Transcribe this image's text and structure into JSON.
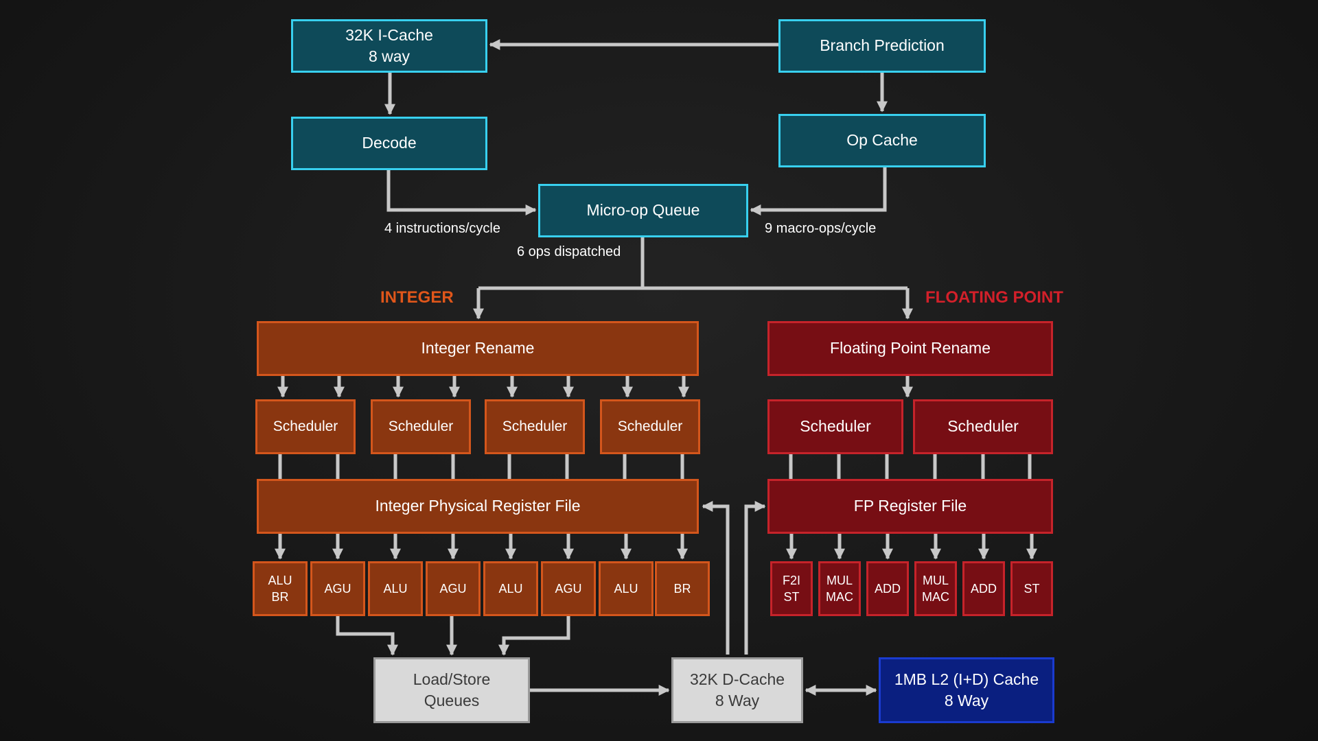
{
  "colors": {
    "frontend_fill": "#0e4a59",
    "frontend_border": "#38d0ef",
    "integer_fill": "#8a3610",
    "integer_border": "#d4561c",
    "integer_label": "#e0561a",
    "fp_fill": "#770e14",
    "fp_border": "#c6232a",
    "fp_label": "#d3202a",
    "memory_fill": "#d9d9d9",
    "l2_fill": "#0a1f80",
    "arrow": "#c8c8c8"
  },
  "frontend": {
    "icache": "32K I-Cache\n8 way",
    "branch_prediction": "Branch Prediction",
    "decode": "Decode",
    "op_cache": "Op Cache",
    "micro_op_queue": "Micro-op Queue"
  },
  "labels": {
    "decode_rate": "4 instructions/cycle",
    "opcache_rate": "9 macro-ops/cycle",
    "dispatch": "6 ops dispatched"
  },
  "integer": {
    "section_title": "INTEGER",
    "rename": "Integer Rename",
    "schedulers": [
      "Scheduler",
      "Scheduler",
      "Scheduler",
      "Scheduler"
    ],
    "register_file": "Integer Physical Register File",
    "units": [
      "ALU\nBR",
      "AGU",
      "ALU",
      "AGU",
      "ALU",
      "AGU",
      "ALU",
      "BR"
    ]
  },
  "fp": {
    "section_title": "FLOATING POINT",
    "rename": "Floating Point Rename",
    "schedulers": [
      "Scheduler",
      "Scheduler"
    ],
    "register_file": "FP Register File",
    "units": [
      "F2I\nST",
      "MUL\nMAC",
      "ADD",
      "MUL\nMAC",
      "ADD",
      "ST"
    ]
  },
  "memory": {
    "load_store": "Load/Store\nQueues",
    "dcache": "32K D-Cache\n8 Way",
    "l2": "1MB L2 (I+D) Cache\n8 Way"
  }
}
